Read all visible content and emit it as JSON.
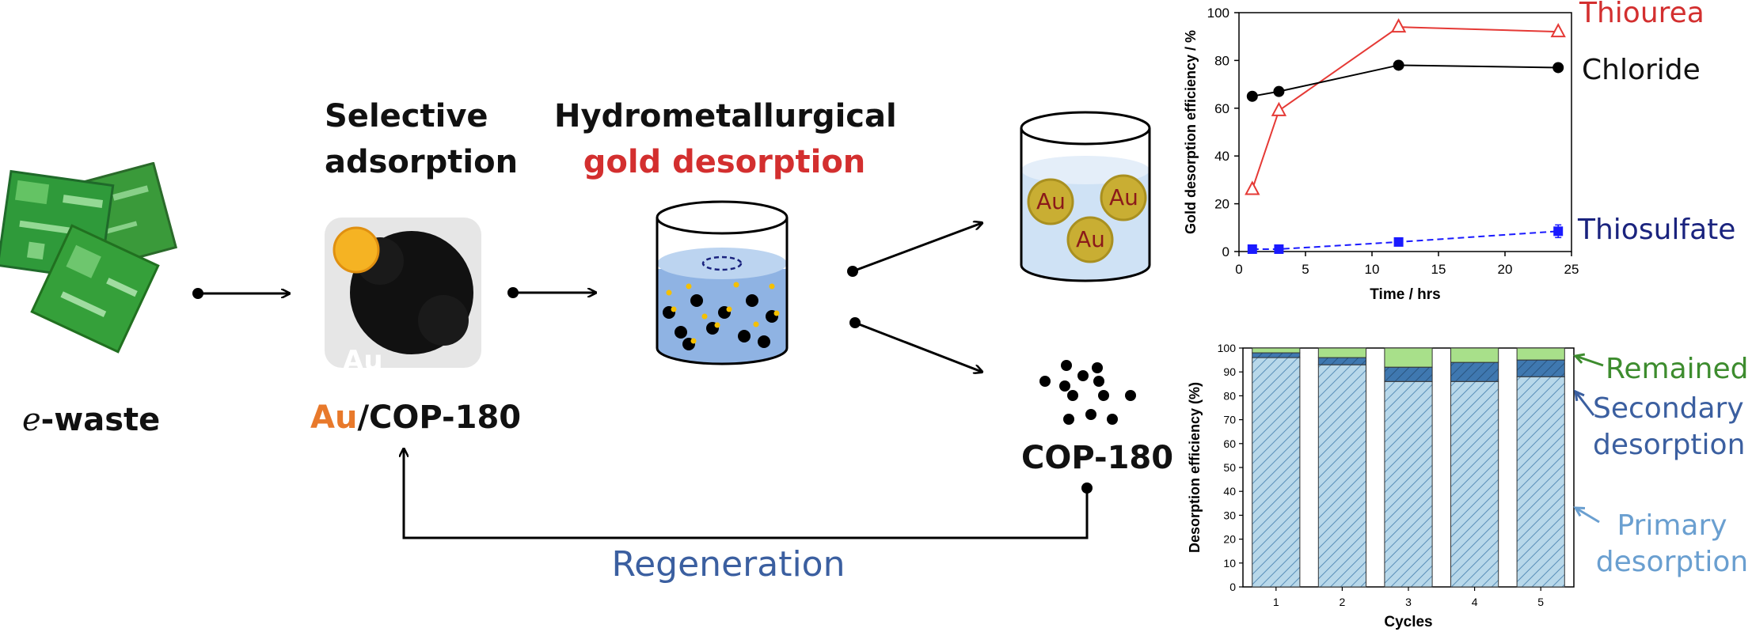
{
  "process": {
    "ewaste_italic": "e",
    "ewaste_rest": "-waste",
    "selective_line1": "Selective",
    "selective_line2": "adsorption",
    "au_badge": "Au",
    "sorbent_au": "Au",
    "sorbent_rest": "/COP-180",
    "hydro_line1": "Hydrometallurgical",
    "hydro_line2": "gold desorption",
    "product_au": "Au",
    "cop_label": "COP-180",
    "regeneration": "Regeneration"
  },
  "colors": {
    "red": "#d32f2f",
    "orange": "#e8792b",
    "blue_text": "#3b5fa0",
    "navy": "#1a237e",
    "green": "#3d8c2e",
    "light_blue": "#6a9fd0",
    "gold": "#c9ae33"
  },
  "chart_data": [
    {
      "type": "line",
      "xlabel": "Time / hrs",
      "ylabel": "Gold desorption efficiency / %",
      "xlim": [
        0,
        25
      ],
      "ylim": [
        0,
        100
      ],
      "xticks": [
        "0",
        "5",
        "10",
        "15",
        "20",
        "25"
      ],
      "yticks": [
        "0",
        "20",
        "40",
        "60",
        "80",
        "100"
      ],
      "series": [
        {
          "name": "Thiourea",
          "x": [
            1,
            3,
            12,
            24
          ],
          "values": [
            26,
            59,
            94,
            92
          ],
          "color": "#e53935",
          "marker": "triangle-open"
        },
        {
          "name": "Chloride",
          "x": [
            1,
            3,
            12,
            24
          ],
          "values": [
            65,
            67,
            78,
            77
          ],
          "color": "#000000",
          "marker": "circle"
        },
        {
          "name": "Thiosulfate",
          "x": [
            1,
            3,
            12,
            24
          ],
          "values": [
            1,
            1,
            4,
            8.5
          ],
          "color": "#1a1aff",
          "marker": "square",
          "dashed": true
        }
      ]
    },
    {
      "type": "bar",
      "stacked": true,
      "xlabel": "Cycles",
      "ylabel": "Desorption efficiency (%)",
      "ylim": [
        0,
        100
      ],
      "categories": [
        "1",
        "2",
        "3",
        "4",
        "5"
      ],
      "yticks": [
        "0",
        "10",
        "20",
        "30",
        "40",
        "50",
        "60",
        "70",
        "80",
        "90",
        "100"
      ],
      "series": [
        {
          "name": "Primary\ndesorption",
          "values": [
            96,
            93,
            86,
            86,
            88
          ],
          "color": "#b8d8ea"
        },
        {
          "name": "Secondary\ndesorption",
          "values": [
            2,
            3,
            6,
            8,
            7
          ],
          "color": "#3f78b0"
        },
        {
          "name": "Remained",
          "values": [
            2,
            4,
            8,
            6,
            5
          ],
          "color": "#a8e08a"
        }
      ],
      "legend_text": {
        "remained": "Remained",
        "secondary_1": "Secondary",
        "secondary_2": "desorption",
        "primary_1": "Primary",
        "primary_2": "desorption"
      }
    }
  ]
}
